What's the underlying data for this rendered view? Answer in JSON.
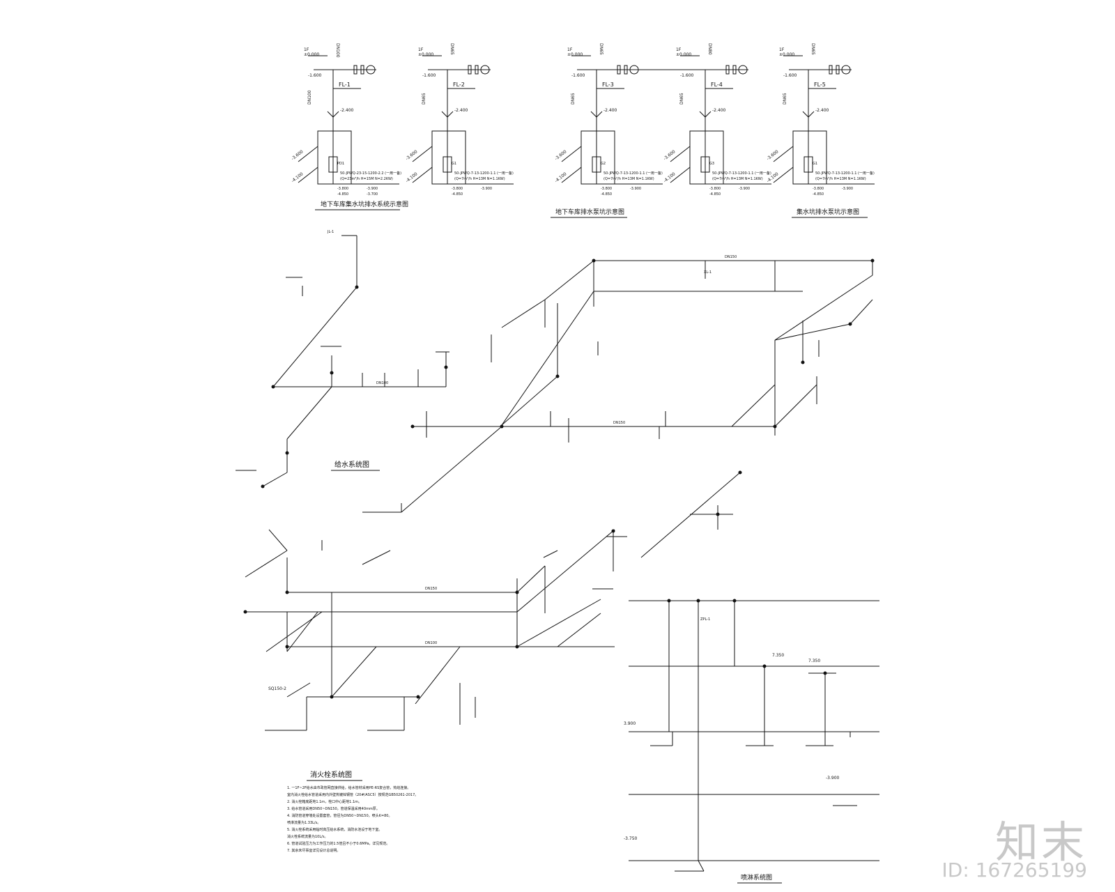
{
  "watermark": {
    "logo": "知末",
    "id": "ID: 167265199"
  },
  "risers": [
    {
      "label": "FL-1",
      "dn_top": "DN100",
      "dn_side": "DN100",
      "floor": "1F",
      "elev0": "±0.000",
      "elev_pipe": "-1.600",
      "elev_mid": "-2.400",
      "elev_a": "-3.600",
      "elev_b": "-4.100",
      "pump": "PD1",
      "spec1": "50-JPWQ-23-15-1200-2.2 (一用一备)",
      "spec2": "(Q=23m³/h H=15M N=2.2KW)",
      "lvl1": "-3.800",
      "lvl2": "-3.900",
      "lvl3": "-4.850",
      "lvl4": "-3.700",
      "caption": "地下车库集水坑排水系统示意图"
    },
    {
      "label": "FL-2",
      "dn_top": "DN65",
      "dn_side": "DN65",
      "floor": "1F",
      "elev0": "±0.000",
      "elev_pipe": "-1.600",
      "elev_mid": "-2.400",
      "elev_a": "-3.600",
      "elev_b": "-4.100",
      "pump": "G1",
      "spec1": "50-JPWQ-7-13-1200-1.1 (一用一备)",
      "spec2": "(Q=7m³/h H=13M N=1.1KW)",
      "lvl1": "-3.800",
      "lvl2": "-3.900",
      "lvl3": "-4.850",
      "lvl4": "",
      "caption": ""
    },
    {
      "label": "FL-3",
      "dn_top": "DN65",
      "dn_side": "DN65",
      "floor": "1F",
      "elev0": "±0.000",
      "elev_pipe": "-1.600",
      "elev_mid": "-2.400",
      "elev_a": "-3.600",
      "elev_b": "-4.100",
      "pump": "G2",
      "spec1": "50-JPWQ-7-13-1200-1.1 (一用一备)",
      "spec2": "(Q=7m³/h H=13M N=1.1KW)",
      "lvl1": "-3.800",
      "lvl2": "-3.900",
      "lvl3": "-4.850",
      "lvl4": "",
      "caption": "地下车库排水泵坑示意图"
    },
    {
      "label": "FL-4",
      "dn_top": "DN80",
      "dn_side": "DN65",
      "floor": "1F",
      "elev0": "±0.000",
      "elev_pipe": "-1.600",
      "elev_mid": "-2.400",
      "elev_a": "-3.600",
      "elev_b": "-4.100",
      "pump": "G3",
      "spec1": "50-JPWQ-7-13-1200-1.1 (一用一备)",
      "spec2": "(Q=7m³/h H=13M N=1.1KW)",
      "lvl1": "-3.800",
      "lvl2": "-3.900",
      "lvl3": "-4.850",
      "lvl4": "",
      "caption": ""
    },
    {
      "label": "FL-5",
      "dn_top": "DN65",
      "dn_side": "DN65",
      "floor": "1F",
      "elev0": "±0.000",
      "elev_pipe": "-1.600",
      "elev_mid": "-2.400",
      "elev_a": "-3.600",
      "elev_b": "-4.100",
      "pump": "G1",
      "spec1": "50-JPWQ-7-13-1200-1.1 (一用一备)",
      "spec2": "(Q=7m³/h H=13M N=1.1KW)",
      "lvl1": "-3.800",
      "lvl2": "-3.900",
      "lvl3": "-4.850",
      "lvl4": "",
      "caption": "集水坑排水泵坑示意图"
    }
  ],
  "titles": {
    "water_supply": "给水系统图",
    "fire_hydrant": "消火栓系统图",
    "sprinkler": "喷淋系统图"
  },
  "pipe_labels": {
    "dn100": "DN100",
    "dn150": "DN150",
    "dn65": "DN65",
    "jl": "JL-1",
    "xl": "XL-1",
    "zpl": "ZPL-1",
    "sq": "SQ150-2"
  },
  "sprinkler_levels": {
    "a": "7.350",
    "b": "7.350",
    "c": "3.900",
    "d": "-3.900",
    "e": "-3.750"
  },
  "notes": [
    "1. 一1F~2F给水由市政管网直接供给，给水管材采用PE-RS复合管，热熔连接。",
    "   室内消火栓给水管道采用内外壁热镀锌钢管（20#/ASC5）按规范GB50261-2017。",
    "   2. 消火栓箱底距地1.1m，栓口中心距地1.1m。",
    "3. 给水管道采用DN50~DN150，管道保温采用40mm厚。",
    "4. 消防管道穿墙处设置套管，管径为DN50~DN150，喷头K=80。",
    "   喷淋流量为1.33L/s。",
    "5. 消火栓系统采用临时高压给水系统，消防水池设于地下室。",
    "   消火栓系统流量为10L/s。",
    "6. 管道试验压力为工作压力的1.5倍且不小于0.6MPa，详见规范。",
    "7. 其余未尽事宜详见设计总说明。"
  ]
}
